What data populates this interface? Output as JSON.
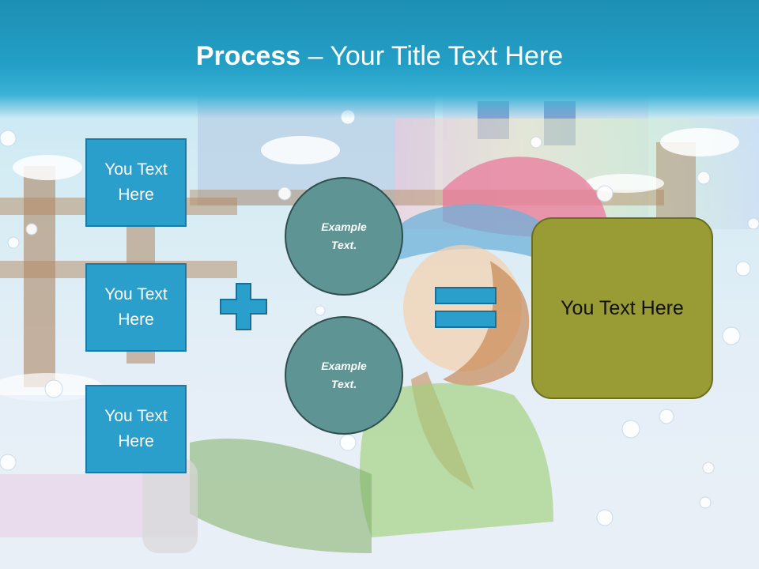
{
  "header": {
    "title_bold": "Process",
    "title_rest": " – Your Title Text Here"
  },
  "left_boxes": [
    {
      "line1": "You Text",
      "line2": "Here"
    },
    {
      "line1": "You Text",
      "line2": "Here"
    },
    {
      "line1": "You Text",
      "line2": "Here"
    }
  ],
  "circles": [
    {
      "line1": "Example",
      "line2": "Text."
    },
    {
      "line1": "Example",
      "line2": "Text."
    }
  ],
  "result_box": {
    "text": "You Text Here"
  },
  "colors": {
    "header_blue": "#239fc6",
    "box_blue": "#2a9fcb",
    "circle_teal": "#5f9494",
    "result_olive": "#999b35"
  },
  "icons": [
    "plus-icon",
    "equals-icon"
  ]
}
